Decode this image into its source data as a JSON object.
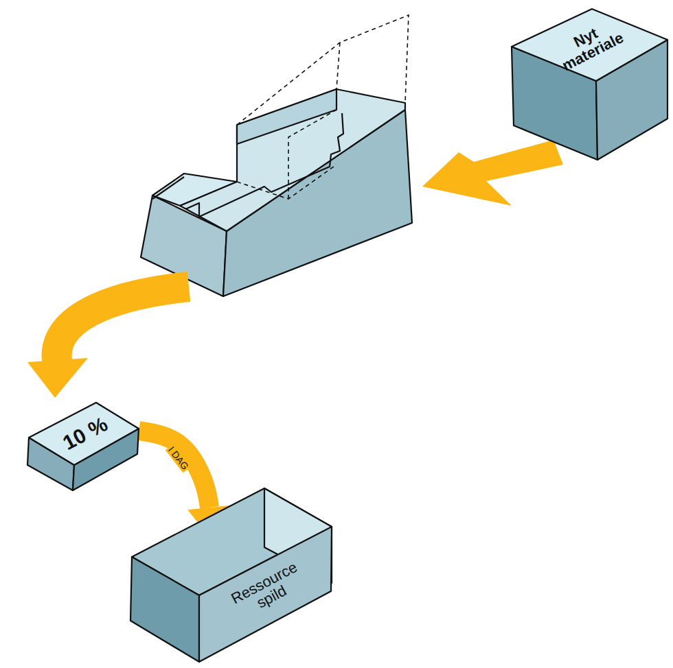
{
  "diagram": {
    "nodes": [
      {
        "text": [
          "Nyt materiale"
        ]
      },
      {
        "text": [
          "10 %"
        ]
      },
      {
        "text": [
          "Ressource spild"
        ]
      }
    ],
    "edges": [
      {
        "from": 1,
        "to": 2,
        "label": "I DAG",
        "arrow": "to"
      }
    ]
  }
}
